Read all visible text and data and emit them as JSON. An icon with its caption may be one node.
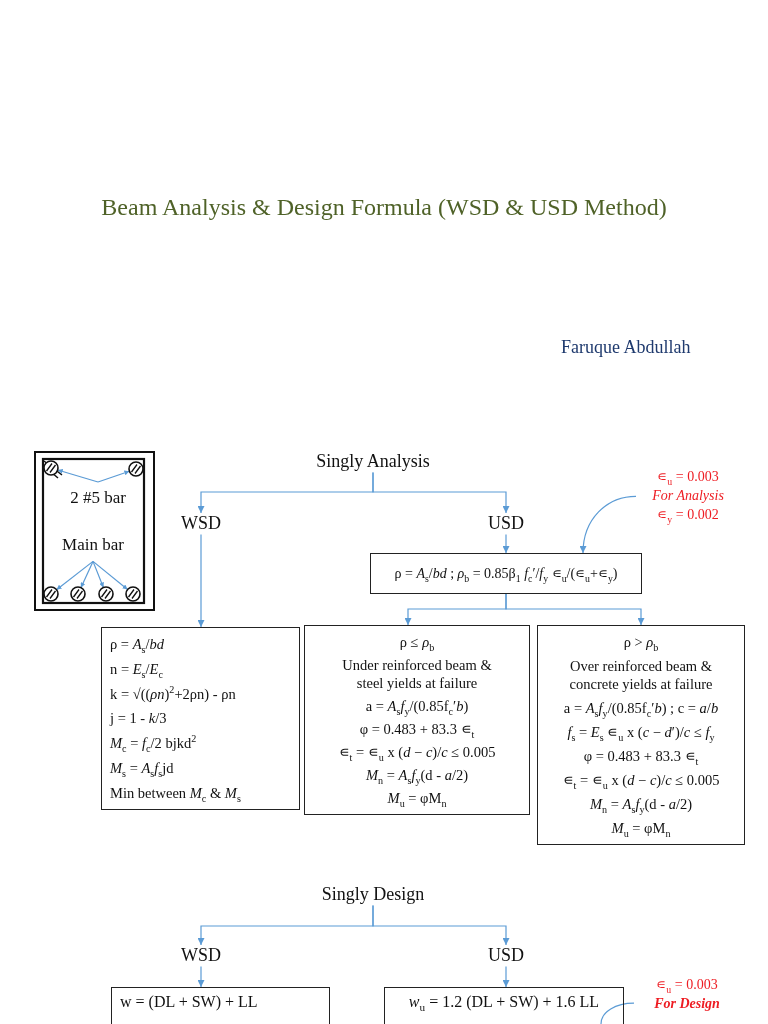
{
  "diagram": {
    "title": "Beam Analysis & Design Formula (WSD & USD Method)",
    "nodes": [
      {
        "text": [],
        "shape": "box"
      },
      {
        "text": [
          "2 #5 bar"
        ],
        "in": 0
      },
      {
        "text": [
          "Main bar"
        ],
        "in": 0
      },
      {
        "text": [],
        "shape": "circle",
        "in": 0
      },
      {
        "text": [],
        "shape": "circle",
        "in": 0
      },
      {
        "text": [],
        "shape": "circle",
        "in": 0
      },
      {
        "text": [],
        "shape": "circle",
        "in": 0
      },
      {
        "text": [],
        "shape": "circle",
        "in": 0
      },
      {
        "text": [],
        "shape": "circle",
        "in": 0
      },
      {
        "text": [
          "Singly Analysis"
        ]
      },
      {
        "text": [
          "WSD"
        ]
      },
      {
        "text": [
          "USD"
        ]
      },
      {
        "text": [
          "∊$_{u}$ = 0.003",
          "For Analysis",
          "∊$_{y}$ = 0.002"
        ]
      },
      {
        "text": [
          "ρ = *A*$_{s}$/*bd* ; *ρ*$_{b}$ = 0.85β$_{1}$ *f*$_{c}$′/*f*$_{y}$ ∊$_{u}$/(∊$_{u}$+∊$_{y}$)"
        ]
      },
      {
        "text": [
          "ρ = *A*$_{s}$/*bd*",
          "n = *E*$_{s}$/*E*$_{c}$",
          "k = √((*ρn*)$^{2}$+2ρn) - ρn",
          "j = 1 - *k*/3",
          "*M*$_{c}$ = *f*$_{c}$/2 bjkd$^{2}$",
          "*M*$_{s}$ = *A*$_{s}$*f*$_{s}$jd",
          "Min between *M*$_{c}$ & *M*$_{s}$"
        ]
      },
      {
        "text": [
          "ρ ≤ *ρ*$_{b}$",
          "Under reinforced beam & steel yields at failure",
          "a = *A*$_{s}$*f*$_{y}$/(0.85f$_{c}$′*b*)",
          "φ = 0.483 + 83.3 ∊$_{t}$",
          "∊$_{t}$ = ∊$_{u}$ x (*d* − *c*)/*c* ≤ 0.005",
          "*M*$_{n}$ = *A*$_{s}$*f*$_{y}$(d - *a*/2)",
          "*M*$_{u}$ = φM$_{n}$"
        ]
      },
      {
        "text": [
          "ρ > *ρ*$_{b}$",
          "Over reinforced beam & concrete yields at failure",
          "a = *A*$_{s}$*f*$_{y}$/(0.85f$_{c}$′*b*) ; c = *a*/*b*",
          "*f*$_{s}$ = *E*$_{s}$ ∊$_{u}$ x (*c* − *d*′)/*c* ≤ *f*$_{y}$",
          "φ = 0.483 + 83.3 ∊$_{t}$",
          "∊$_{t}$ = ∊$_{u}$ x (*d* − *c*)/*c* ≤ 0.005",
          "*M*$_{n}$ = *A*$_{s}$*f*$_{y}$(d - *a*/2)",
          "*M*$_{u}$ = φM$_{n}$"
        ]
      },
      {
        "text": [
          "Singly Design"
        ]
      },
      {
        "text": [
          "WSD"
        ]
      },
      {
        "text": [
          "USD"
        ]
      },
      {
        "text": [
          "∊$_{u}$ = 0.003",
          "For Design"
        ]
      },
      {
        "text": [
          "w = (DL + SW) + LL"
        ]
      },
      {
        "text": [
          "*w*$_{u}$ = 1.2 (DL + SW) + 1.6 LL"
        ]
      }
    ],
    "edges": [
      {
        "from": 1,
        "to": 3,
        "arrow": "to"
      },
      {
        "from": 1,
        "to": 4,
        "arrow": "to"
      },
      {
        "from": 2,
        "to": 5,
        "arrow": "to"
      },
      {
        "from": 2,
        "to": 6,
        "arrow": "to"
      },
      {
        "from": 2,
        "to": 7,
        "arrow": "to"
      },
      {
        "from": 2,
        "to": 8,
        "arrow": "to"
      },
      {
        "from": 9,
        "to": 10,
        "arrow": "to"
      },
      {
        "from": 9,
        "to": 11,
        "arrow": "to"
      },
      {
        "from": 12,
        "to": 13,
        "arrow": "to"
      },
      {
        "from": 10,
        "to": 14,
        "arrow": "to"
      },
      {
        "from": 11,
        "to": 13,
        "arrow": "to"
      },
      {
        "from": 13,
        "to": 15,
        "arrow": "to"
      },
      {
        "from": 13,
        "to": 16,
        "arrow": "to"
      },
      {
        "from": 17,
        "to": 18,
        "arrow": "to"
      },
      {
        "from": 17,
        "to": 19,
        "arrow": "to"
      },
      {
        "from": 18,
        "to": 21,
        "arrow": "to"
      },
      {
        "from": 19,
        "to": 22,
        "arrow": "to"
      },
      {
        "from": 20,
        "to": 22,
        "arrow": "none"
      }
    ],
    "labels": [
      "Faruque Abdullah"
    ]
  }
}
